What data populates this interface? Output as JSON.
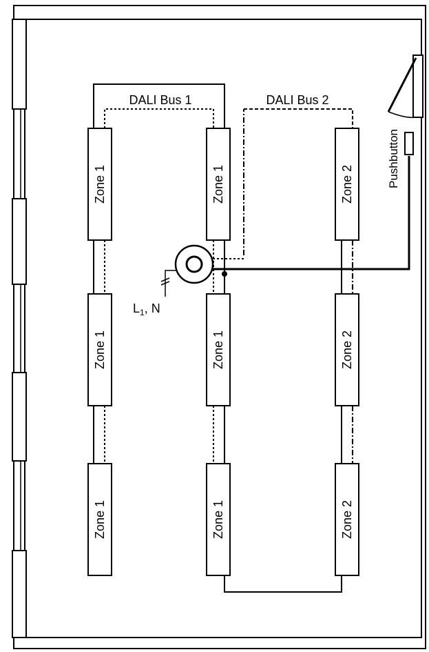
{
  "labels": {
    "bus1": "DALI Bus 1",
    "bus2": "DALI Bus 2",
    "pushbutton": "Pushbutton",
    "supply_main": "L",
    "supply_sub": "1",
    "supply_rest": ", N"
  },
  "columns": [
    {
      "zones": [
        "Zone 1",
        "Zone 1",
        "Zone 1"
      ]
    },
    {
      "zones": [
        "Zone 1",
        "Zone 1",
        "Zone 1"
      ]
    },
    {
      "zones": [
        "Zone 2",
        "Zone 2",
        "Zone 2"
      ]
    }
  ],
  "colors": {
    "line": "#000000",
    "background": "#ffffff"
  }
}
